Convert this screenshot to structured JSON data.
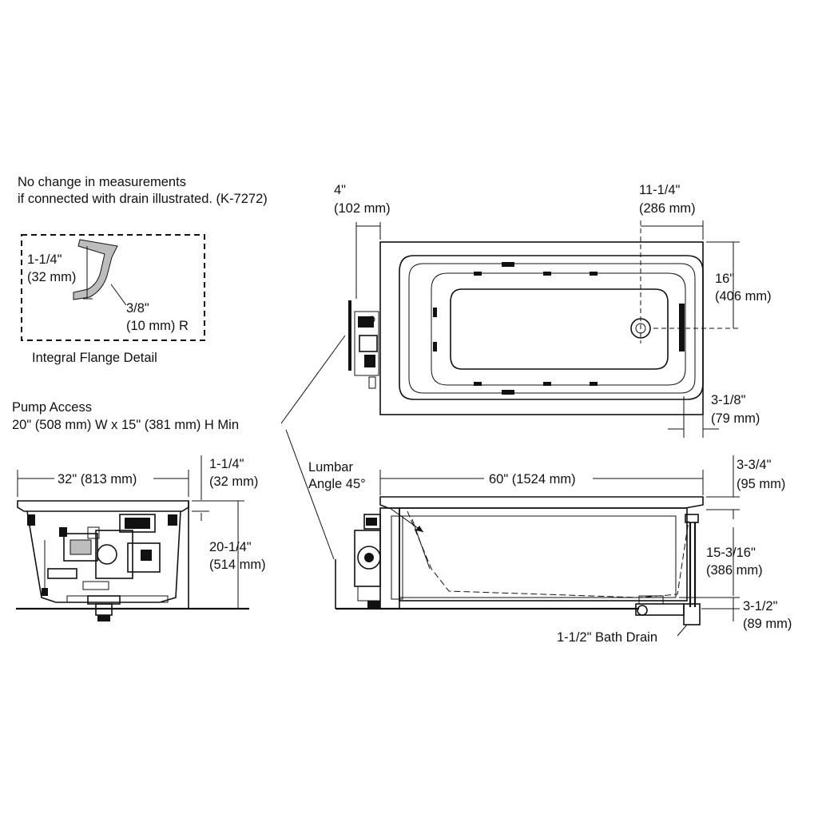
{
  "notes": {
    "drain_note_line1": "No change in measurements",
    "drain_note_line2": "if connected with drain illustrated. (K-7272)"
  },
  "flange_detail": {
    "radius_height": "1-1/4\"",
    "radius_height_mm": "(32 mm)",
    "radius": "3/8\"",
    "radius_mm": "(10 mm) R",
    "caption": "Integral Flange Detail"
  },
  "pump_access": {
    "title": "Pump Access",
    "size": "20\" (508 mm) W x 15\" (381 mm) H Min"
  },
  "top_view": {
    "panel_offset": "4\"",
    "panel_offset_mm": "(102 mm)",
    "drain_offset": "11-1/4\"",
    "drain_offset_mm": "(286 mm)",
    "drain_height": "16\"",
    "drain_height_mm": "(406 mm)",
    "rim_offset": "3-1/8\"",
    "rim_offset_mm": "(79 mm)"
  },
  "end_view": {
    "width": "32\" (813 mm)",
    "flange_height": "1-1/4\"",
    "flange_height_mm": "(32 mm)",
    "total_height": "20-1/4\"",
    "total_height_mm": "(514 mm)"
  },
  "side_view": {
    "lumbar": "Lumbar",
    "lumbar_angle": "Angle 45°",
    "length": "60\" (1524 mm)",
    "rim_height": "3-3/4\"",
    "rim_height_mm": "(95 mm)",
    "depth": "15-3/16\"",
    "depth_mm": "(386 mm)",
    "drain_height": "3-1/2\"",
    "drain_height_mm": "(89 mm)",
    "drain_label": "1-1/2\" Bath Drain"
  }
}
